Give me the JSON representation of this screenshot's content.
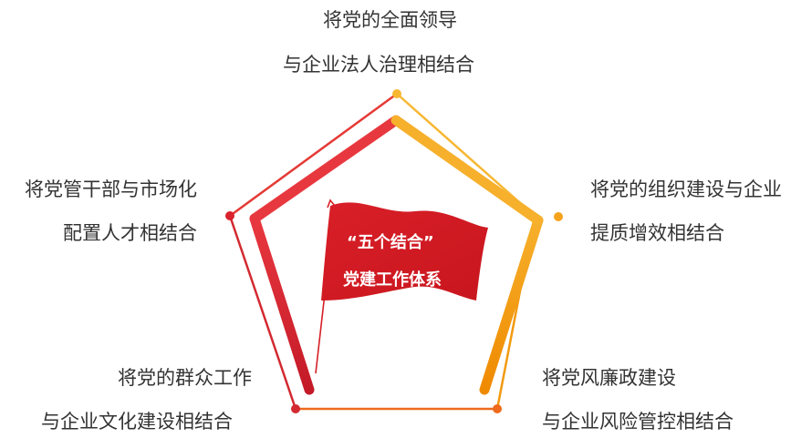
{
  "labels": {
    "top": {
      "line1": "将党的全面领导",
      "line2": "与企业法人治理相结合"
    },
    "right": {
      "line1": "将党的组织建设与企业",
      "line2": "提质增效相结合"
    },
    "bottom_right": {
      "line1": "将党风廉政建设",
      "line2": "与企业风险管控相结合"
    },
    "bottom_left": {
      "line1": "将党的群众工作",
      "line2": "与企业文化建设相结合"
    },
    "left": {
      "line1": "将党管干部与市场化",
      "line2": "配置人才相结合"
    }
  },
  "flag": {
    "line1": "“五个结合”",
    "line2": "党建工作体系"
  },
  "colors": {
    "red": "#d9232d",
    "orange": "#f08c00",
    "yellow": "#f7b733",
    "flag_red": "#d61f26",
    "text": "#333333"
  }
}
